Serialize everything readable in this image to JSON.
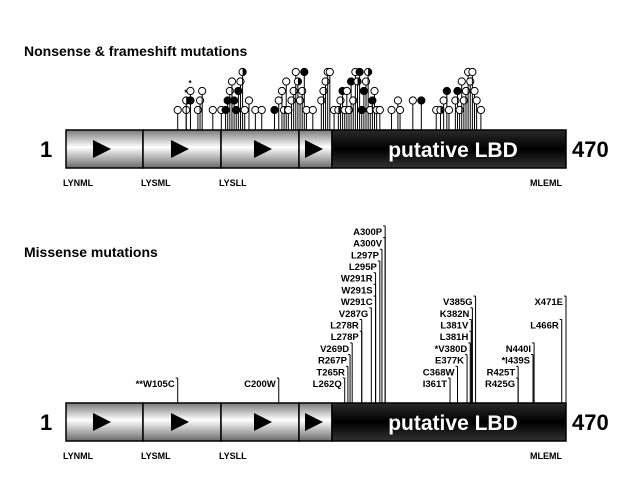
{
  "panels": {
    "nonsense": {
      "title": "Nonsense & frameshift mutations",
      "start_label": "1",
      "end_label": "470",
      "domain_label": "putative LBD",
      "motifs": [
        "LYNML",
        "LYSML",
        "LYSLL",
        "MLEML"
      ],
      "markers": [
        {
          "pos": 105,
          "level": 1,
          "filled": false
        },
        {
          "pos": 113,
          "level": 1,
          "filled": false
        },
        {
          "pos": 113,
          "level": 2,
          "filled": "half",
          "star": true
        },
        {
          "pos": 117,
          "level": 2,
          "filled": true
        },
        {
          "pos": 117,
          "level": 3,
          "star": true,
          "filled": false
        },
        {
          "pos": 124,
          "level": 1,
          "filled": false
        },
        {
          "pos": 126,
          "level": 2,
          "filled": false
        },
        {
          "pos": 128,
          "level": 3,
          "filled": false
        },
        {
          "pos": 138,
          "level": 1,
          "filled": false
        },
        {
          "pos": 146,
          "level": 1,
          "filled": false
        },
        {
          "pos": 150,
          "level": 1,
          "filled": true
        },
        {
          "pos": 152,
          "level": 2,
          "filled": true
        },
        {
          "pos": 154,
          "level": 3,
          "filled": false
        },
        {
          "pos": 156,
          "level": 4,
          "filled": false
        },
        {
          "pos": 158,
          "level": 2,
          "filled": true
        },
        {
          "pos": 160,
          "level": 1,
          "filled": true
        },
        {
          "pos": 162,
          "level": 3,
          "filled": true
        },
        {
          "pos": 164,
          "level": 4,
          "filled": false
        },
        {
          "pos": 166,
          "level": 5,
          "filled": "half"
        },
        {
          "pos": 168,
          "level": 1,
          "filled": false
        },
        {
          "pos": 172,
          "level": 2,
          "filled": false
        },
        {
          "pos": 178,
          "level": 1,
          "filled": false
        },
        {
          "pos": 184,
          "level": 1,
          "filled": false
        },
        {
          "pos": 196,
          "level": 1,
          "filled": true
        },
        {
          "pos": 200,
          "level": 2,
          "filled": false
        },
        {
          "pos": 203,
          "level": 3,
          "filled": false
        },
        {
          "pos": 205,
          "level": 1,
          "filled": "half"
        },
        {
          "pos": 207,
          "level": 4,
          "filled": false
        },
        {
          "pos": 209,
          "level": 1,
          "filled": false
        },
        {
          "pos": 212,
          "level": 2,
          "filled": false
        },
        {
          "pos": 214,
          "level": 3,
          "filled": false
        },
        {
          "pos": 216,
          "level": 5,
          "filled": false
        },
        {
          "pos": 218,
          "level": 4,
          "filled": "half"
        },
        {
          "pos": 220,
          "level": 2,
          "filled": false
        },
        {
          "pos": 222,
          "level": 3,
          "filled": false
        },
        {
          "pos": 224,
          "level": 5,
          "filled": true
        },
        {
          "pos": 226,
          "level": 1,
          "filled": false
        },
        {
          "pos": 232,
          "level": 1,
          "filled": false
        },
        {
          "pos": 240,
          "level": 2,
          "filled": false
        },
        {
          "pos": 242,
          "level": 3,
          "filled": false
        },
        {
          "pos": 244,
          "level": 4,
          "filled": false
        },
        {
          "pos": 246,
          "level": 5,
          "filled": false
        },
        {
          "pos": 248,
          "level": 5,
          "filled": false
        },
        {
          "pos": 252,
          "level": 1,
          "filled": false
        },
        {
          "pos": 256,
          "level": 1,
          "filled": "half"
        },
        {
          "pos": 258,
          "level": 2,
          "filled": false
        },
        {
          "pos": 260,
          "level": 3,
          "filled": true
        },
        {
          "pos": 262,
          "level": 1,
          "filled": false
        },
        {
          "pos": 264,
          "level": 3,
          "filled": false
        },
        {
          "pos": 266,
          "level": 1,
          "filled": false
        },
        {
          "pos": 268,
          "level": 4,
          "filled": true
        },
        {
          "pos": 270,
          "level": 2,
          "filled": false
        },
        {
          "pos": 272,
          "level": 5,
          "filled": false
        },
        {
          "pos": 274,
          "level": 4,
          "filled": "half"
        },
        {
          "pos": 276,
          "level": 5,
          "filled": true
        },
        {
          "pos": 278,
          "level": 1,
          "filled": true
        },
        {
          "pos": 280,
          "level": 3,
          "filled": true
        },
        {
          "pos": 282,
          "level": 4,
          "filled": false
        },
        {
          "pos": 284,
          "level": 5,
          "filled": "half"
        },
        {
          "pos": 286,
          "level": 1,
          "filled": false
        },
        {
          "pos": 288,
          "level": 2,
          "filled": true
        },
        {
          "pos": 290,
          "level": 3,
          "filled": false
        },
        {
          "pos": 292,
          "level": 1,
          "filled": "half"
        },
        {
          "pos": 295,
          "level": 1,
          "filled": false
        },
        {
          "pos": 306,
          "level": 1,
          "filled": false
        },
        {
          "pos": 312,
          "level": 2,
          "filled": false
        },
        {
          "pos": 314,
          "level": 1,
          "filled": false
        },
        {
          "pos": 326,
          "level": 2,
          "filled": false
        },
        {
          "pos": 334,
          "level": 2,
          "filled": true
        },
        {
          "pos": 348,
          "level": 1,
          "filled": false
        },
        {
          "pos": 352,
          "level": 1,
          "filled": "half"
        },
        {
          "pos": 355,
          "level": 2,
          "filled": false
        },
        {
          "pos": 358,
          "level": 3,
          "filled": true
        },
        {
          "pos": 360,
          "level": 1,
          "filled": false
        },
        {
          "pos": 366,
          "level": 2,
          "filled": false
        },
        {
          "pos": 368,
          "level": 3,
          "filled": true
        },
        {
          "pos": 370,
          "level": 1,
          "filled": false
        },
        {
          "pos": 372,
          "level": 4,
          "filled": false
        },
        {
          "pos": 374,
          "level": 2,
          "filled": false
        },
        {
          "pos": 376,
          "level": 3,
          "filled": false
        },
        {
          "pos": 378,
          "level": 5,
          "filled": false
        },
        {
          "pos": 380,
          "level": 4,
          "filled": false
        },
        {
          "pos": 382,
          "level": 5,
          "filled": false
        },
        {
          "pos": 384,
          "level": 3,
          "filled": false
        },
        {
          "pos": 386,
          "level": 2,
          "filled": false
        },
        {
          "pos": 390,
          "level": 1,
          "filled": false
        }
      ]
    },
    "missense": {
      "title": "Missense mutations",
      "start_label": "1",
      "end_label": "470",
      "domain_label": "putative LBD",
      "motifs": [
        "LYNML",
        "LYSML",
        "LYSLL",
        "MLEML"
      ],
      "mutations": [
        {
          "label": "**W105C",
          "pos": 105,
          "row": 0
        },
        {
          "label": "C200W",
          "pos": 200,
          "row": 0
        },
        {
          "label": "L262Q",
          "pos": 262,
          "row": 0
        },
        {
          "label": "T265R",
          "pos": 265,
          "row": 1
        },
        {
          "label": "R267P",
          "pos": 267,
          "row": 2
        },
        {
          "label": "V269D",
          "pos": 269,
          "row": 3
        },
        {
          "label": "L278P",
          "pos": 278,
          "row": 4
        },
        {
          "label": "L278R",
          "pos": 278,
          "row": 5
        },
        {
          "label": "V287G",
          "pos": 287,
          "row": 6
        },
        {
          "label": "W291C",
          "pos": 291,
          "row": 7
        },
        {
          "label": "W291S",
          "pos": 291,
          "row": 8
        },
        {
          "label": "W291R",
          "pos": 291,
          "row": 9
        },
        {
          "label": "L295P",
          "pos": 295,
          "row": 10
        },
        {
          "label": "L297P",
          "pos": 297,
          "row": 11
        },
        {
          "label": "A300V",
          "pos": 300,
          "row": 12
        },
        {
          "label": "A300P",
          "pos": 300,
          "row": 13
        },
        {
          "label": "I361T",
          "pos": 361,
          "row": 0
        },
        {
          "label": "C368W",
          "pos": 368,
          "row": 1
        },
        {
          "label": "E377K",
          "pos": 377,
          "row": 2
        },
        {
          "label": "*V380D",
          "pos": 380,
          "row": 3
        },
        {
          "label": "L381H",
          "pos": 381,
          "row": 4
        },
        {
          "label": "L381V",
          "pos": 381,
          "row": 5
        },
        {
          "label": "K382N",
          "pos": 382,
          "row": 6
        },
        {
          "label": "V385G",
          "pos": 385,
          "row": 7
        },
        {
          "label": "R425G",
          "pos": 425,
          "row": 0
        },
        {
          "label": "R425T",
          "pos": 425,
          "row": 1
        },
        {
          "label": "*I439S",
          "pos": 439,
          "row": 2
        },
        {
          "label": "N440I",
          "pos": 440,
          "row": 3
        },
        {
          "label": "L466R",
          "pos": 466,
          "row": 5
        },
        {
          "label": "X471E",
          "pos": 471,
          "row": 7
        }
      ]
    }
  }
}
